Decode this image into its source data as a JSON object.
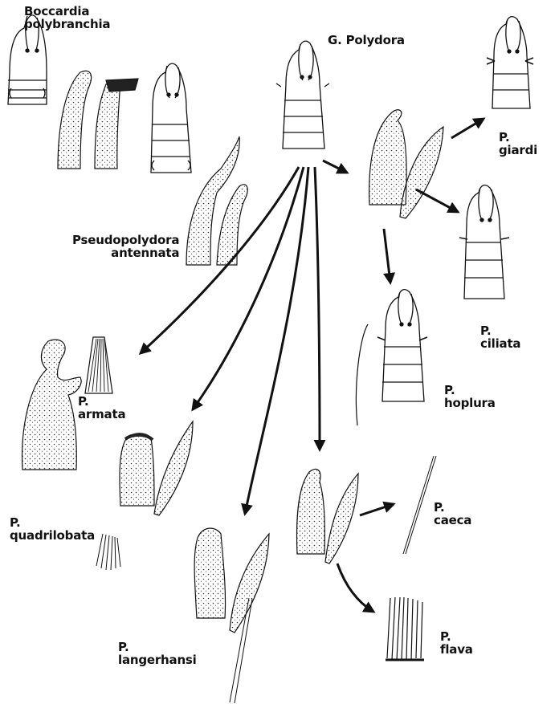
{
  "colors": {
    "ink": "#111111",
    "paper": "#ffffff"
  },
  "labels": {
    "genus": "G. Polydora",
    "boccardia": [
      "Boccardia",
      "polybranchia"
    ],
    "pseudopolydora": [
      "Pseudopolydora",
      "antennata"
    ],
    "giardi": [
      "P.",
      "giardi"
    ],
    "ciliata": [
      "P.",
      "ciliata"
    ],
    "hoplura": [
      "P.",
      "hoplura"
    ],
    "armata": [
      "P.",
      "armata"
    ],
    "quadrilobata": [
      "P.",
      "quadrilobata"
    ],
    "caeca": [
      "P.",
      "caeca"
    ],
    "langerhansi": [
      "P.",
      "langerhansi"
    ],
    "flava": [
      "P.",
      "flava"
    ]
  }
}
